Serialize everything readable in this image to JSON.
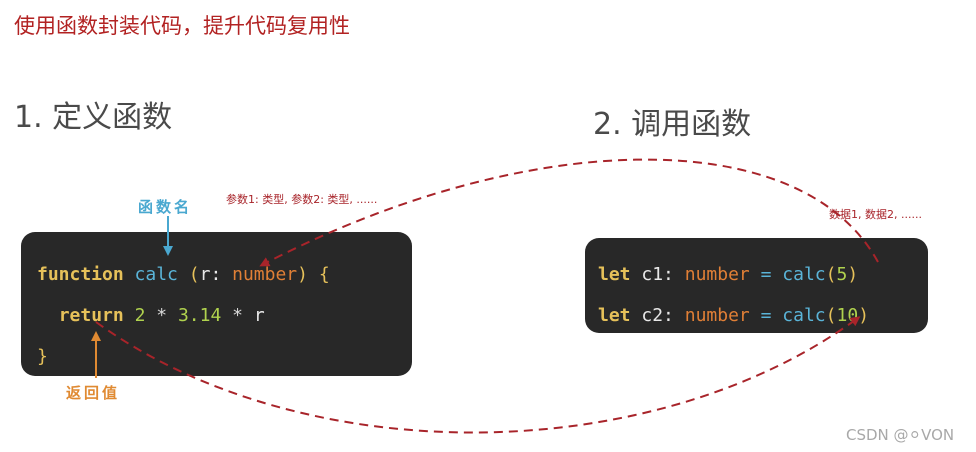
{
  "header": {
    "title": "使用函数封装代码，提升代码复用性"
  },
  "sections": {
    "define": "1. 定义函数",
    "call": "2. 调用函数"
  },
  "annotations": {
    "params": "参数1: 类型, 参数2: 类型, ......",
    "args": "数据1, 数据2, ......",
    "func_name": "函数名",
    "return_value": "返回值"
  },
  "code_define": {
    "kw_function": "function",
    "name": "calc",
    "open_paren": "(",
    "param": "r",
    "colon": ":",
    "type": "number",
    "close_paren": ")",
    "open_brace": "{",
    "kw_return": "return",
    "n1": "2",
    "op1": "*",
    "n2": "3.14",
    "op2": "*",
    "ident": "r",
    "close_brace": "}"
  },
  "code_call": {
    "lines": [
      {
        "kw": "let",
        "var": "c1",
        "colon": ":",
        "type": "number",
        "eq": "=",
        "fn": "calc",
        "open": "(",
        "arg": "5",
        "close": ")"
      },
      {
        "kw": "let",
        "var": "c2",
        "colon": ":",
        "type": "number",
        "eq": "=",
        "fn": "calc",
        "open": "(",
        "arg": "10",
        "close": ")"
      }
    ]
  },
  "watermark": "CSDN @⚪VON",
  "colors": {
    "title_red": "#b22222",
    "arrow_red": "#a8242a",
    "func_name_blue": "#4aa8d0",
    "return_orange": "#e08a32",
    "code_bg": "#282828"
  }
}
